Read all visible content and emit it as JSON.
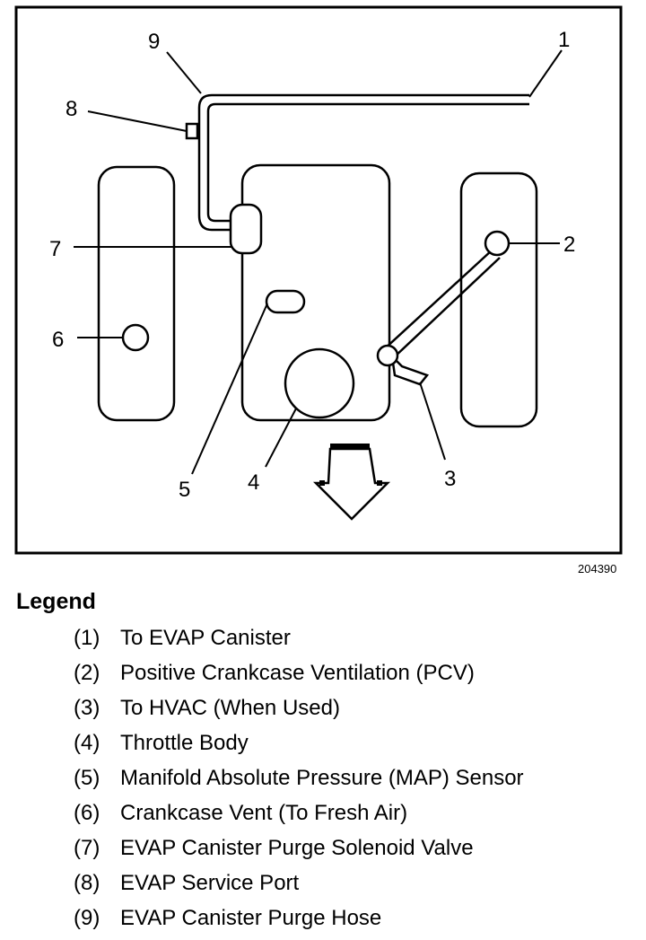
{
  "figure": {
    "id": "204390",
    "callouts": [
      "1",
      "2",
      "3",
      "4",
      "5",
      "6",
      "7",
      "8",
      "9"
    ]
  },
  "legend": {
    "title": "Legend",
    "items": [
      {
        "num": "(1)",
        "text": "To EVAP Canister"
      },
      {
        "num": "(2)",
        "text": "Positive Crankcase Ventilation (PCV)"
      },
      {
        "num": "(3)",
        "text": "To HVAC (When Used)"
      },
      {
        "num": "(4)",
        "text": "Throttle Body"
      },
      {
        "num": "(5)",
        "text": "Manifold Absolute Pressure (MAP) Sensor"
      },
      {
        "num": "(6)",
        "text": "Crankcase Vent (To Fresh Air)"
      },
      {
        "num": "(7)",
        "text": "EVAP Canister Purge Solenoid Valve"
      },
      {
        "num": "(8)",
        "text": "EVAP Service Port"
      },
      {
        "num": "(9)",
        "text": "EVAP Canister Purge Hose"
      }
    ]
  }
}
